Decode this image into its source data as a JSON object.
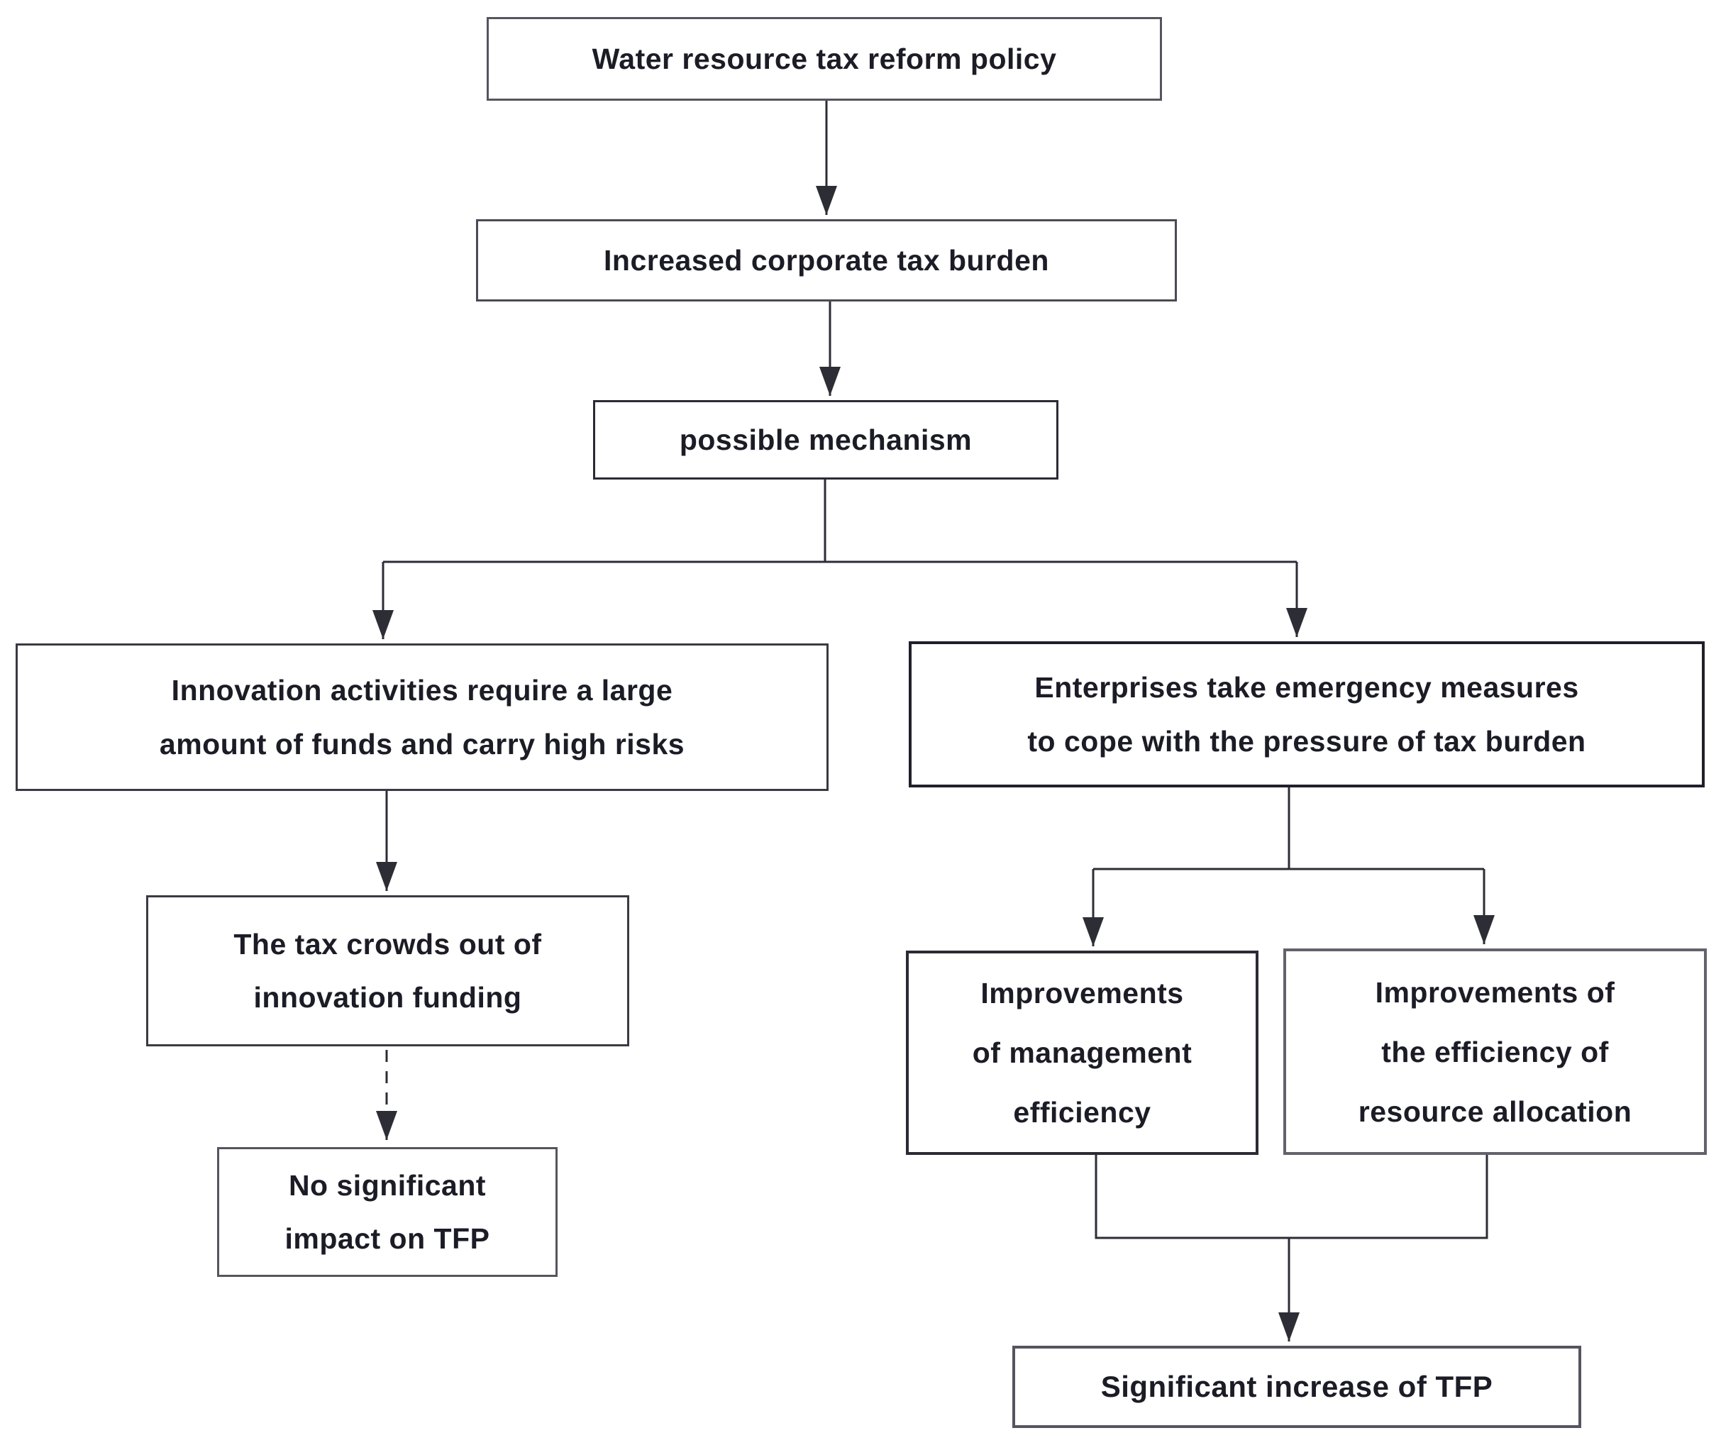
{
  "colors": {
    "background": "#ffffff",
    "line": "#2d2d36",
    "text": "#1c1c26"
  },
  "diagram": {
    "type": "flowchart",
    "nodes": {
      "policy": {
        "lines": [
          "Water resource tax reform policy"
        ]
      },
      "burden": {
        "lines": [
          "Increased corporate tax burden"
        ]
      },
      "mechanism": {
        "lines": [
          "possible mechanism"
        ]
      },
      "innovation": {
        "lines": [
          "Innovation activities require a large",
          "amount of funds and carry high risks"
        ]
      },
      "enterprise": {
        "lines": [
          "Enterprises take emergency measures",
          "to cope with the pressure of tax burden"
        ]
      },
      "crowds": {
        "lines": [
          "The tax crowds out of",
          "innovation funding"
        ]
      },
      "noimpact": {
        "lines": [
          "No significant",
          "impact on TFP"
        ]
      },
      "management": {
        "lines": [
          "Improvements",
          "of management",
          "efficiency"
        ]
      },
      "allocation": {
        "lines": [
          "Improvements of",
          "the efficiency of",
          "resource allocation"
        ]
      },
      "tfp": {
        "lines": [
          "Significant increase of TFP"
        ]
      }
    },
    "edges": [
      {
        "from": "policy",
        "to": "burden",
        "style": "solid"
      },
      {
        "from": "burden",
        "to": "mechanism",
        "style": "solid"
      },
      {
        "from": "mechanism",
        "to": "innovation",
        "style": "solid"
      },
      {
        "from": "mechanism",
        "to": "enterprise",
        "style": "solid"
      },
      {
        "from": "innovation",
        "to": "crowds",
        "style": "solid"
      },
      {
        "from": "crowds",
        "to": "noimpact",
        "style": "dashed"
      },
      {
        "from": "enterprise",
        "to": "management",
        "style": "solid"
      },
      {
        "from": "enterprise",
        "to": "allocation",
        "style": "solid"
      },
      {
        "from": "management",
        "to": "tfp",
        "style": "solid"
      },
      {
        "from": "allocation",
        "to": "tfp",
        "style": "solid"
      }
    ]
  }
}
